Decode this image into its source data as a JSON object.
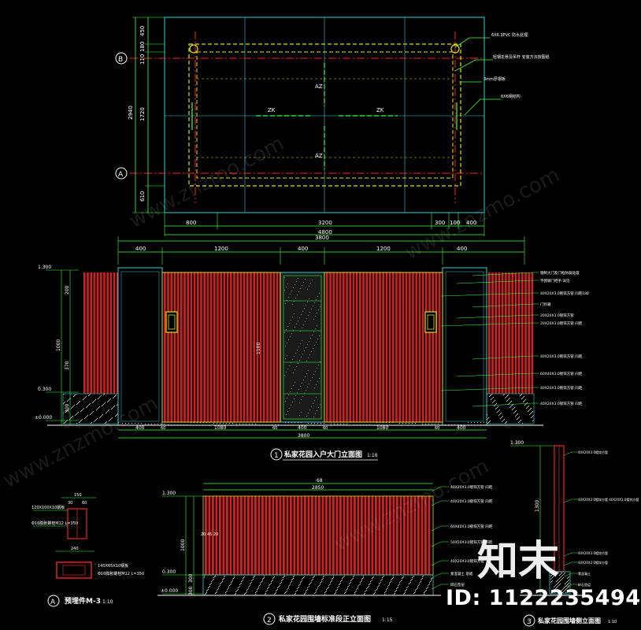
{
  "colors": {
    "background": "#000000",
    "line_cyan": "#30d0d0",
    "fence_red": "#d02020",
    "frame_green": "#40ff40",
    "axis_red": "#ff2020",
    "guide_yellow": "#e0e000"
  },
  "plan": {
    "axis_labels": [
      "B",
      "A"
    ],
    "left_dims": [
      "450",
      "180",
      "110",
      "2940",
      "1720",
      "610"
    ],
    "bottom_dims": [
      "800",
      "3200",
      "300",
      "100",
      "400"
    ],
    "bottom_total": "4800",
    "callouts": [
      "6X6.3PVC 防水处理",
      "轻钢龙骨及吊杆 安装方法按图纸",
      "3mm厚钢板",
      "6X6钢结构"
    ],
    "inner_marks": [
      "ZK",
      "ZK",
      "AZ",
      "AZ"
    ]
  },
  "elevation1": {
    "top_total": "3800",
    "top_dims": [
      "400",
      "1200",
      "400",
      "1200",
      "400"
    ],
    "bottom_dims": [
      "400",
      "60",
      "1080",
      "60",
      "400",
      "60",
      "1080",
      "60",
      "400"
    ],
    "bottom_total": "3800",
    "levels": [
      "1.300",
      "0.300",
      "±0.000"
    ],
    "left_dims": [
      "200",
      "1000",
      "370",
      "300"
    ],
    "center_dim": "1100",
    "callouts": [
      "钢制大门及门框防腐处理",
      "不锈钢门把手 详见",
      "40X20X3.0镀锌方管 间距180",
      "门铃箱",
      "20X20X3.0镀锌方管",
      "20X20X3.0镀锌方管 间距",
      "40X20X3.0镀锌方管 间距",
      "60X40X3.0镀锌方管 间距",
      "40X20X3.0镀锌方管 间距",
      "40X20X3.0镀锌方管 间距"
    ],
    "title": "私家花园入户大门立面图",
    "scale": "1:10",
    "number": "1"
  },
  "part_a": {
    "dims_top": [
      "150",
      "30",
      "60"
    ],
    "labels": [
      "120X100X10钢板",
      "Φ16膨胀螺栓M12 L=350",
      "240",
      "140X65X10钢板"
    ],
    "bottom_label": "Φ16膨胀螺栓M12 L=350",
    "title": "预埋件M-3",
    "scale": "1:10",
    "number": "A"
  },
  "elevation2": {
    "top_total": "68",
    "top_dim": "2850",
    "levels": [
      "1.300",
      "0.300",
      "±0.000"
    ],
    "left_dims": [
      "1000",
      "300",
      "300"
    ],
    "left_note": "20 45 20",
    "callouts": [
      "40X20X3.0镀锌方管 间距",
      "40X20X3.0镀锌方管 间距",
      "60X40X3.0镀锌方管 间距",
      "50X50X3.0镀锌方管 间距",
      "40X20X3.0镀锌方管",
      "素混凝土 基础",
      "碎石垫层"
    ],
    "title": "私家花园围墙标准段正立面图",
    "scale": "1:15",
    "number": "2"
  },
  "elevation3": {
    "levels": [
      "1.300"
    ],
    "left_dims": [
      "1300"
    ],
    "callouts": [
      "40X20X3.0镀锌方管",
      "40X20X3.0镀锌方管 40X20X3.0镀锌方管",
      "40X20X3.0镀锌方管",
      "40X20X3.0镀锌方管",
      "素混凝土",
      "碎石垫层"
    ],
    "title": "私家花园围墙侧立面图",
    "scale": "1:10",
    "number": "3"
  },
  "watermark": {
    "logo_text": "知末",
    "id_text": "ID: 1122235494",
    "site_text": "www.znzmo.com"
  }
}
